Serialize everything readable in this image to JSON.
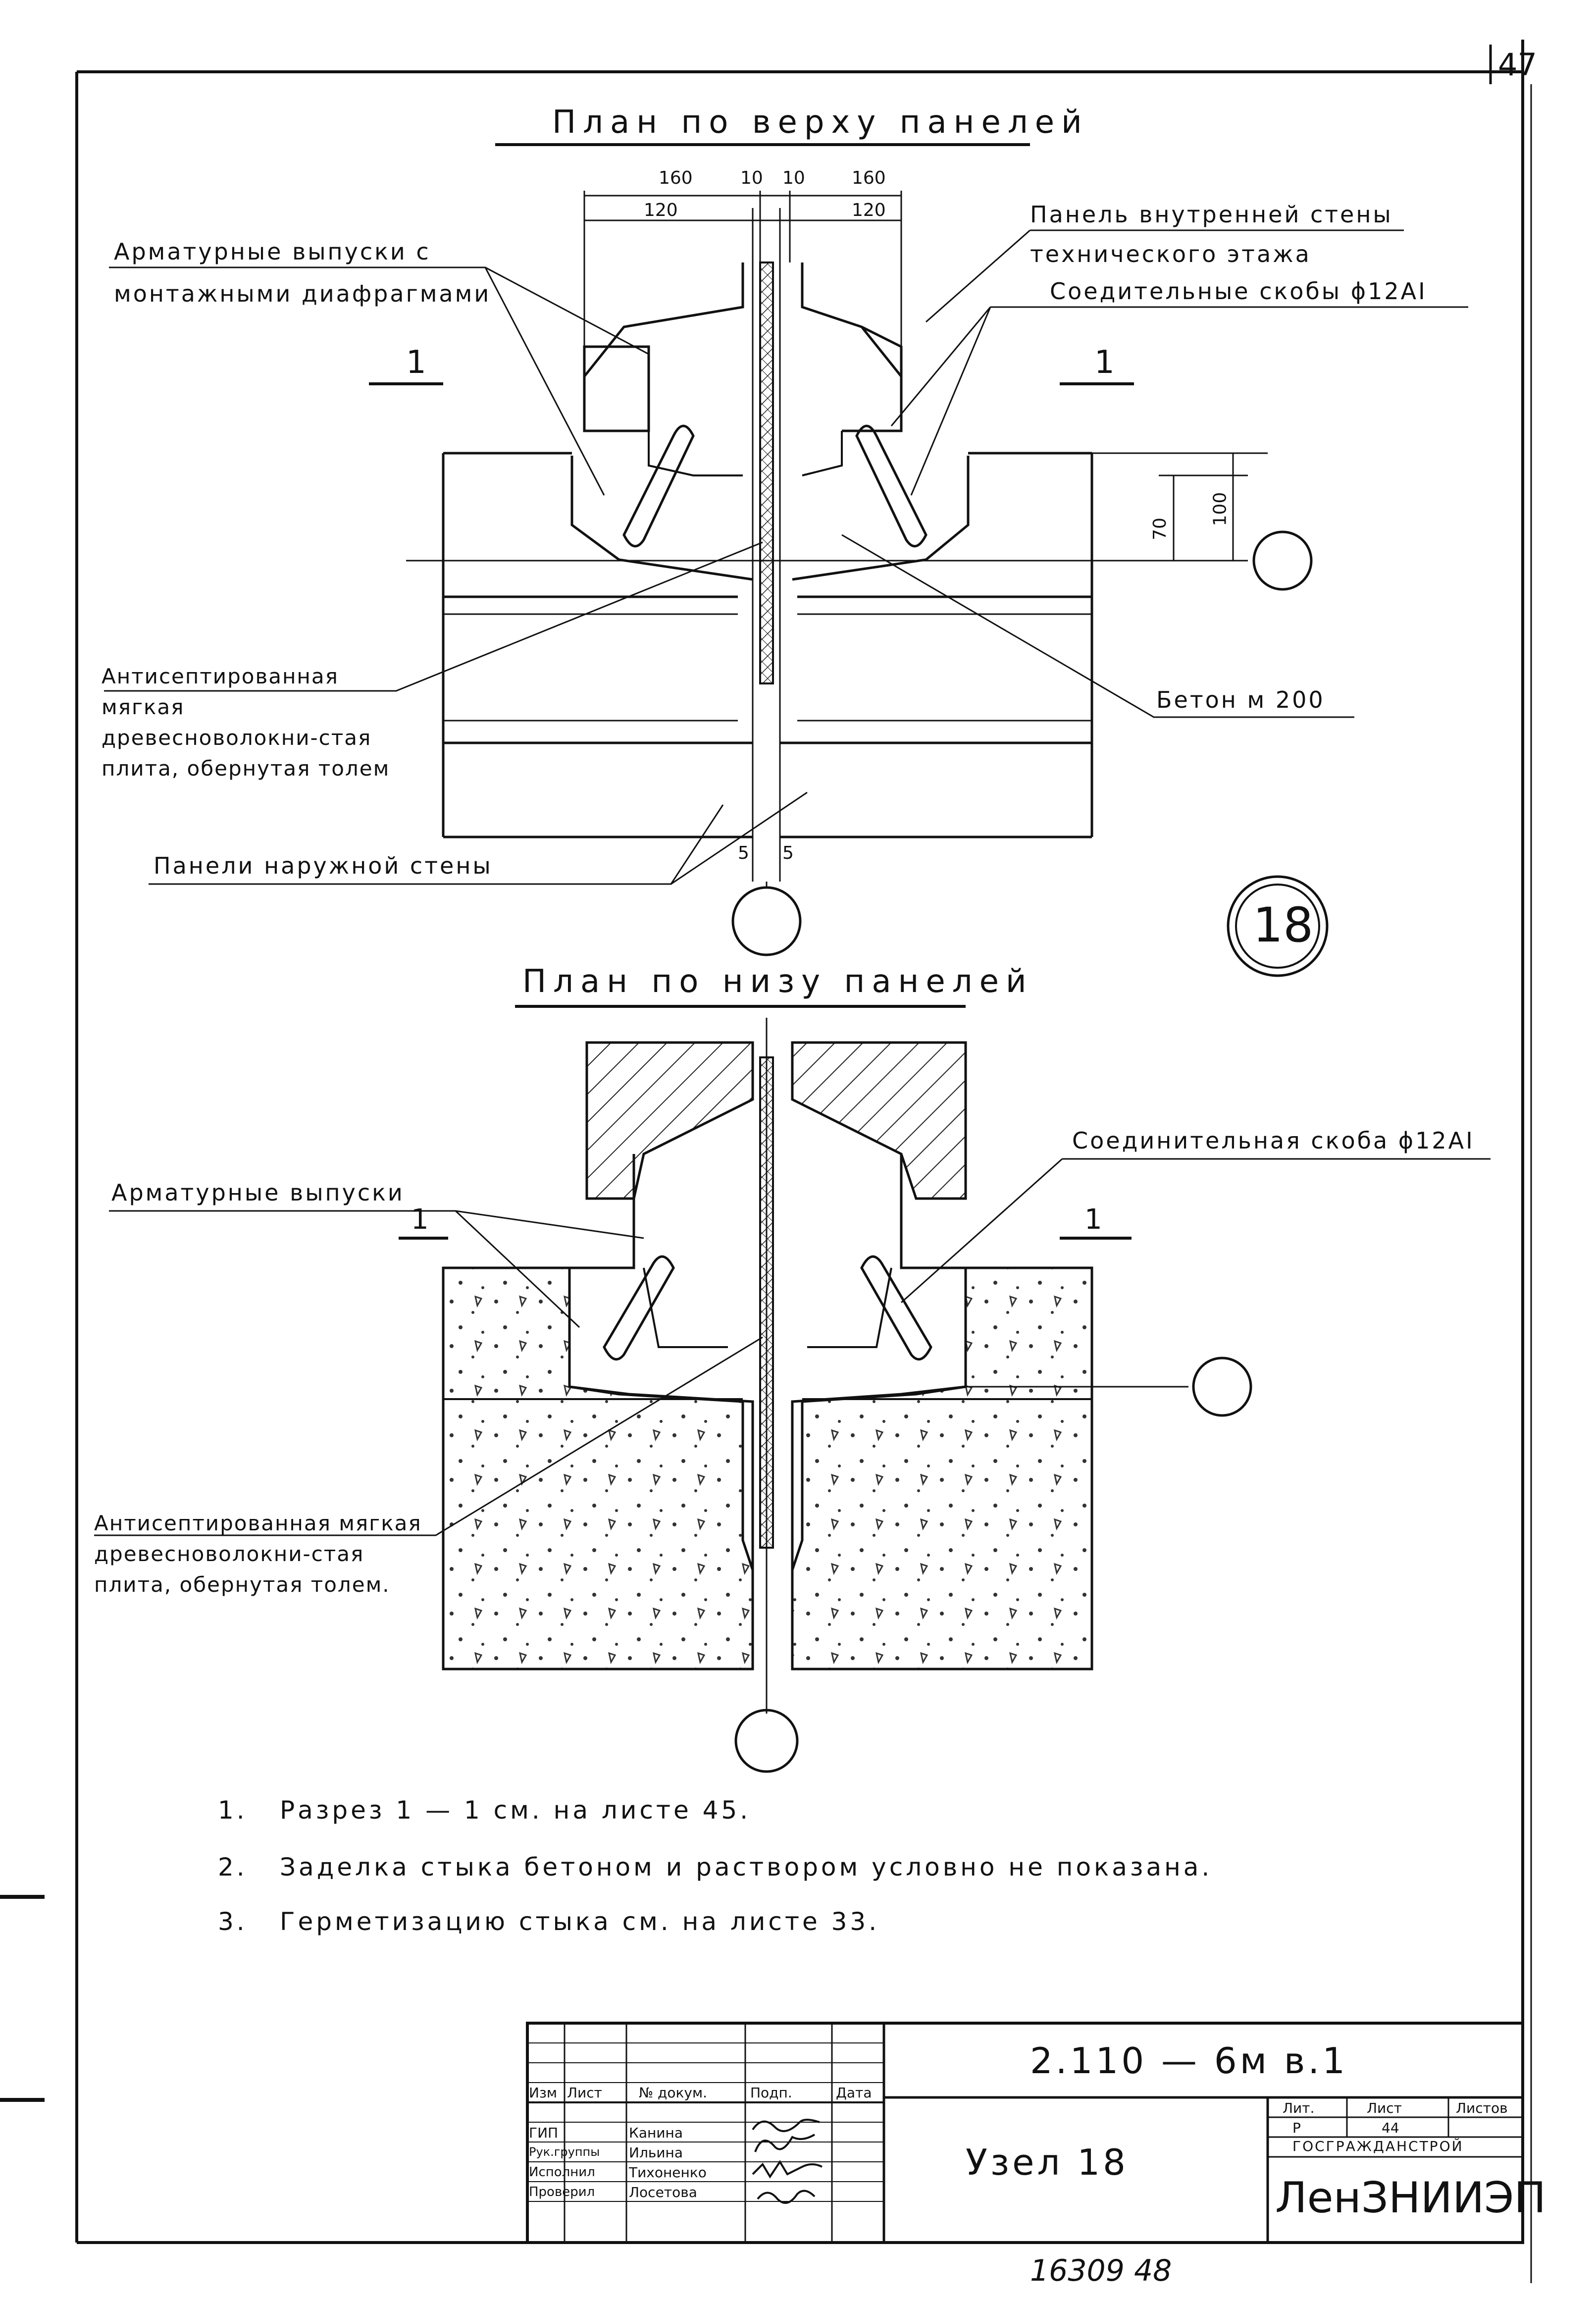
{
  "sheet": {
    "page_number": "47",
    "node_badge": "18"
  },
  "top_plan": {
    "title": "План   по верху   панелей",
    "dims_top": [
      "160",
      "10",
      "10",
      "160"
    ],
    "dims_inner": [
      "120",
      "120"
    ],
    "dims_side": [
      "70",
      "100"
    ],
    "dims_bottom": [
      "5",
      "5"
    ],
    "section_mark": "1",
    "labels": {
      "rebar_outlets_1": "Арматурные  выпуски  с",
      "rebar_outlets_2": "монтажными  диафрагмами",
      "inner_wall_1": "Панель внутренней стены",
      "inner_wall_2": "технического  этажа",
      "brackets": "Соедительные  скобы  ϕ12АI",
      "antiseptic": "Антисептированная мягкая древесноволокни-стая плита, обернутая толем",
      "concrete": "Бетон  м 200",
      "outer_panels": "Панели  наружной   стены"
    }
  },
  "bottom_plan": {
    "title": "План   по  низу   панелей",
    "section_mark": "1",
    "labels": {
      "rebar_outlets": "Арматурные  выпуски",
      "bracket": "Соединительная скоба ϕ12АI",
      "antiseptic": "Антисептированная мягкая древесноволокни-стая плита, обернутая толем."
    }
  },
  "notes": [
    {
      "num": "1.",
      "text": "Разрез  1 — 1   см.   на  листе 45."
    },
    {
      "num": "2.",
      "text": "Заделка  стыка   бетоном  и  раствором   условно   не   показана."
    },
    {
      "num": "3.",
      "text": "Герметизацию   стыка    см.   на  листе  33."
    }
  ],
  "title_block": {
    "code": "2.110 — 6м  в.1",
    "name": "Узел  18",
    "header": [
      "Изм",
      "Лист",
      "№ докум.",
      "Подп.",
      "Дата"
    ],
    "rows": [
      {
        "role": "ГИП",
        "name": "Канина"
      },
      {
        "role": "Рук.группы",
        "name": "Ильина"
      },
      {
        "role": "Исполнил",
        "name": "Тихоненко"
      },
      {
        "role": "Проверил",
        "name": "Лосетова"
      }
    ],
    "lit_header": [
      "Лит.",
      "Лист",
      "Листов"
    ],
    "lit_values": [
      "Р",
      "44",
      ""
    ],
    "org_small": "ГОСГРАЖДАНСТРОЙ",
    "org_big": "ЛенЗНИИЭП"
  },
  "footer": {
    "inventory": "16309   48"
  }
}
